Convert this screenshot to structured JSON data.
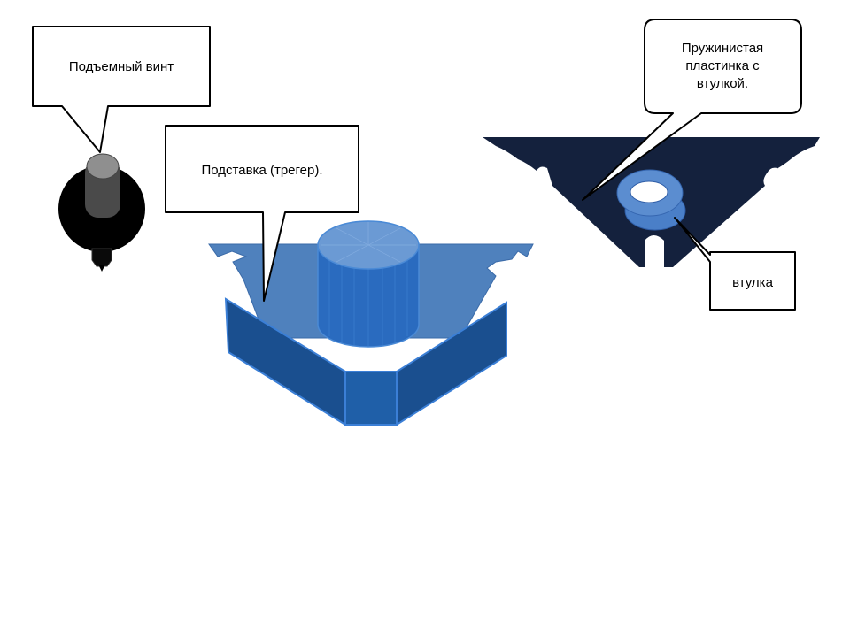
{
  "labels": {
    "screw": "Подъемный винт",
    "stand": "Подставка (трегер).",
    "spring_plate": "Пружинистая пластинка с втулкой.",
    "bushing": "втулка"
  },
  "colors": {
    "stand_blue": "#4f81bd",
    "stand_dark_blue": "#1f5fa8",
    "plate_navy": "#14213d",
    "bushing_blue": "#5b8dd0",
    "screw_black": "#000000",
    "screw_grey": "#4a4a4a"
  }
}
